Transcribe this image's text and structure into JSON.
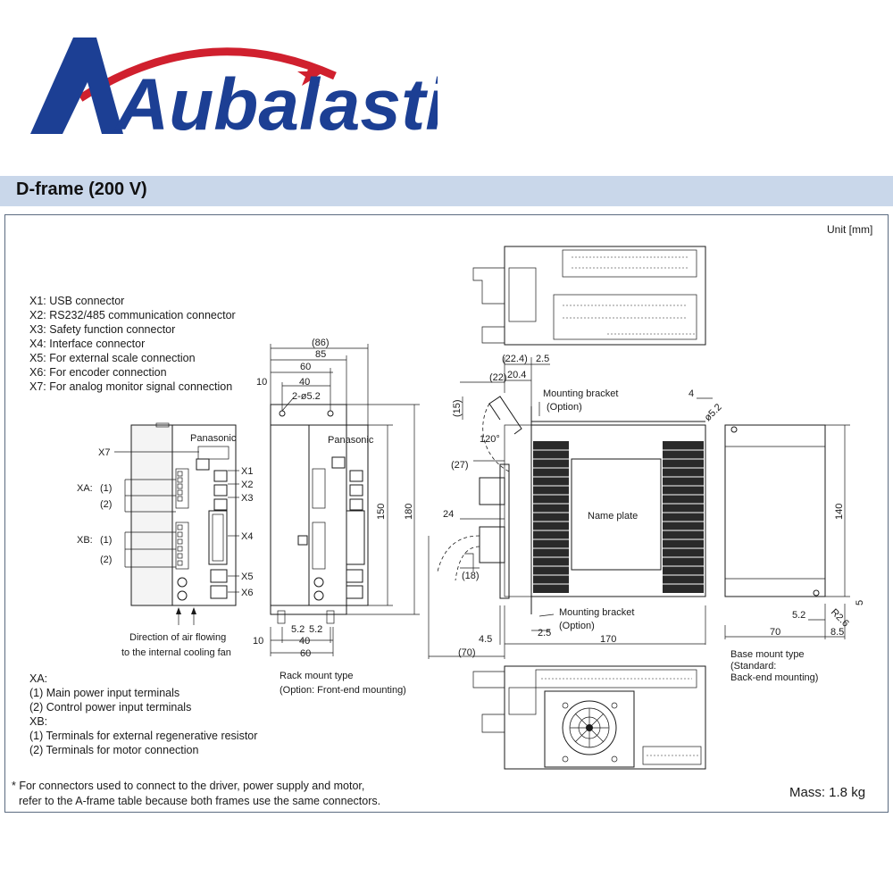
{
  "brand": {
    "name": "Aubalasti",
    "star_color": "#d0202e",
    "arc_color": "#d0202e",
    "text_color": "#1c3f94"
  },
  "section": {
    "title": "D-frame (200 V)",
    "bar_color": "#c9d7ea"
  },
  "unit_label": "Unit [mm]",
  "connectors": [
    "X1: USB connector",
    "X2: RS232/485 communication connector",
    "X3: Safety function connector",
    "X4: Interface connector",
    "X5: For external scale connection",
    "X6: For encoder connection",
    "X7: For analog monitor signal connection"
  ],
  "front_view": {
    "brand_label": "Panasonic",
    "labels": {
      "x7": "X7",
      "xa": "XA:",
      "xa1": "(1)",
      "xa2": "(2)",
      "xb": "XB:",
      "xb1": "(1)",
      "xb2": "(2)",
      "x1": "X1",
      "x2": "X2",
      "x3": "X3",
      "x4": "X4",
      "x5": "X5",
      "x6": "X6"
    },
    "airflow_line1": "Direction of air flowing",
    "airflow_line2": "to the internal cooling fan"
  },
  "rack_view": {
    "brand_label": "Panasonic",
    "dims": {
      "d86": "(86)",
      "d85": "85",
      "d60": "60",
      "d10": "10",
      "d40": "40",
      "hole": "2-ø5.2",
      "h150": "150",
      "h180": "180",
      "b10": "10",
      "b52a": "5.2",
      "b52b": "5.2",
      "b40": "40",
      "b60": "60"
    },
    "caption_line1": "Rack mount type",
    "caption_line2": "(Option: Front-end mounting)"
  },
  "side_view": {
    "dims": {
      "d22_4": "(22.4)",
      "d2_5": "2.5",
      "d20_4": "20.4",
      "d22": "(22)",
      "d15": "(15)",
      "a120": "120°",
      "d27": "(27)",
      "d24": "24",
      "d18": "(18)",
      "d4_5": "4.5",
      "d70": "(70)",
      "d170": "170",
      "d2_5b": "2.5",
      "d4": "4"
    },
    "name_plate": "Name plate",
    "bracket_top_line1": "Mounting bracket",
    "bracket_top_line2": "(Option)",
    "bracket_bottom_line1": "Mounting bracket",
    "bracket_bottom_line2": "(Option)"
  },
  "base_view": {
    "dims": {
      "hole": "ø5.2",
      "h140": "140",
      "d5": "5",
      "d5_2": "5.2",
      "r": "R2.6",
      "d70": "70",
      "d8_5": "8.5"
    },
    "caption_line1": "Base mount type",
    "caption_line2": "(Standard:",
    "caption_line3": "Back-end mounting)"
  },
  "terminal_notes": [
    "XA:",
    "(1) Main power input terminals",
    "(2) Control power input terminals",
    "XB:",
    "(1) Terminals for external regenerative resistor",
    "(2) Terminals for motor connection"
  ],
  "footnote": [
    "* For connectors used to connect to the driver, power supply and motor,",
    "refer to the A-frame table because both frames use the same connectors."
  ],
  "mass": "Mass: 1.8 kg"
}
